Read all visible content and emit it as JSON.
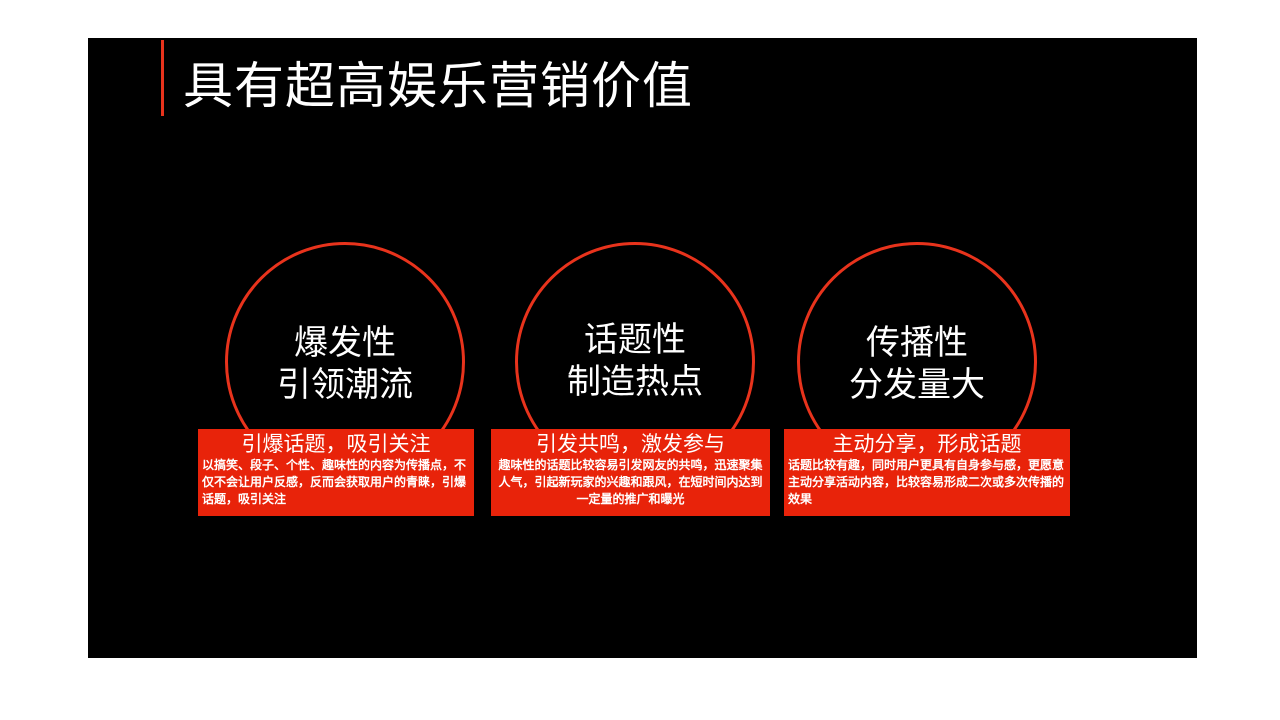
{
  "slide": {
    "title": "具有超高娱乐营销价值",
    "accent_color": "#e8331c",
    "box_color": "#e8230a",
    "background": "#000000"
  },
  "items": [
    {
      "line1": "爆发性",
      "line2": "引领潮流",
      "heading": "引爆话题，吸引关注",
      "body": "以搞笑、段子、个性、趣味性的内容为传播点，不仅不会让用户反感，反而会获取用户的青睐，引爆话题，吸引关注"
    },
    {
      "line1": "话题性",
      "line2": "制造热点",
      "heading": "引发共鸣，激发参与",
      "body": "趣味性的话题比较容易引发网友的共鸣，迅速聚集人气，引起新玩家的兴趣和跟风，在短时间内达到一定量的推广和曝光"
    },
    {
      "line1": "传播性",
      "line2": "分发量大",
      "heading": "主动分享，形成话题",
      "body": "话题比较有趣，同时用户更具有自身参与感，更愿意主动分享活动内容，比较容易形成二次或多次传播的效果"
    }
  ]
}
